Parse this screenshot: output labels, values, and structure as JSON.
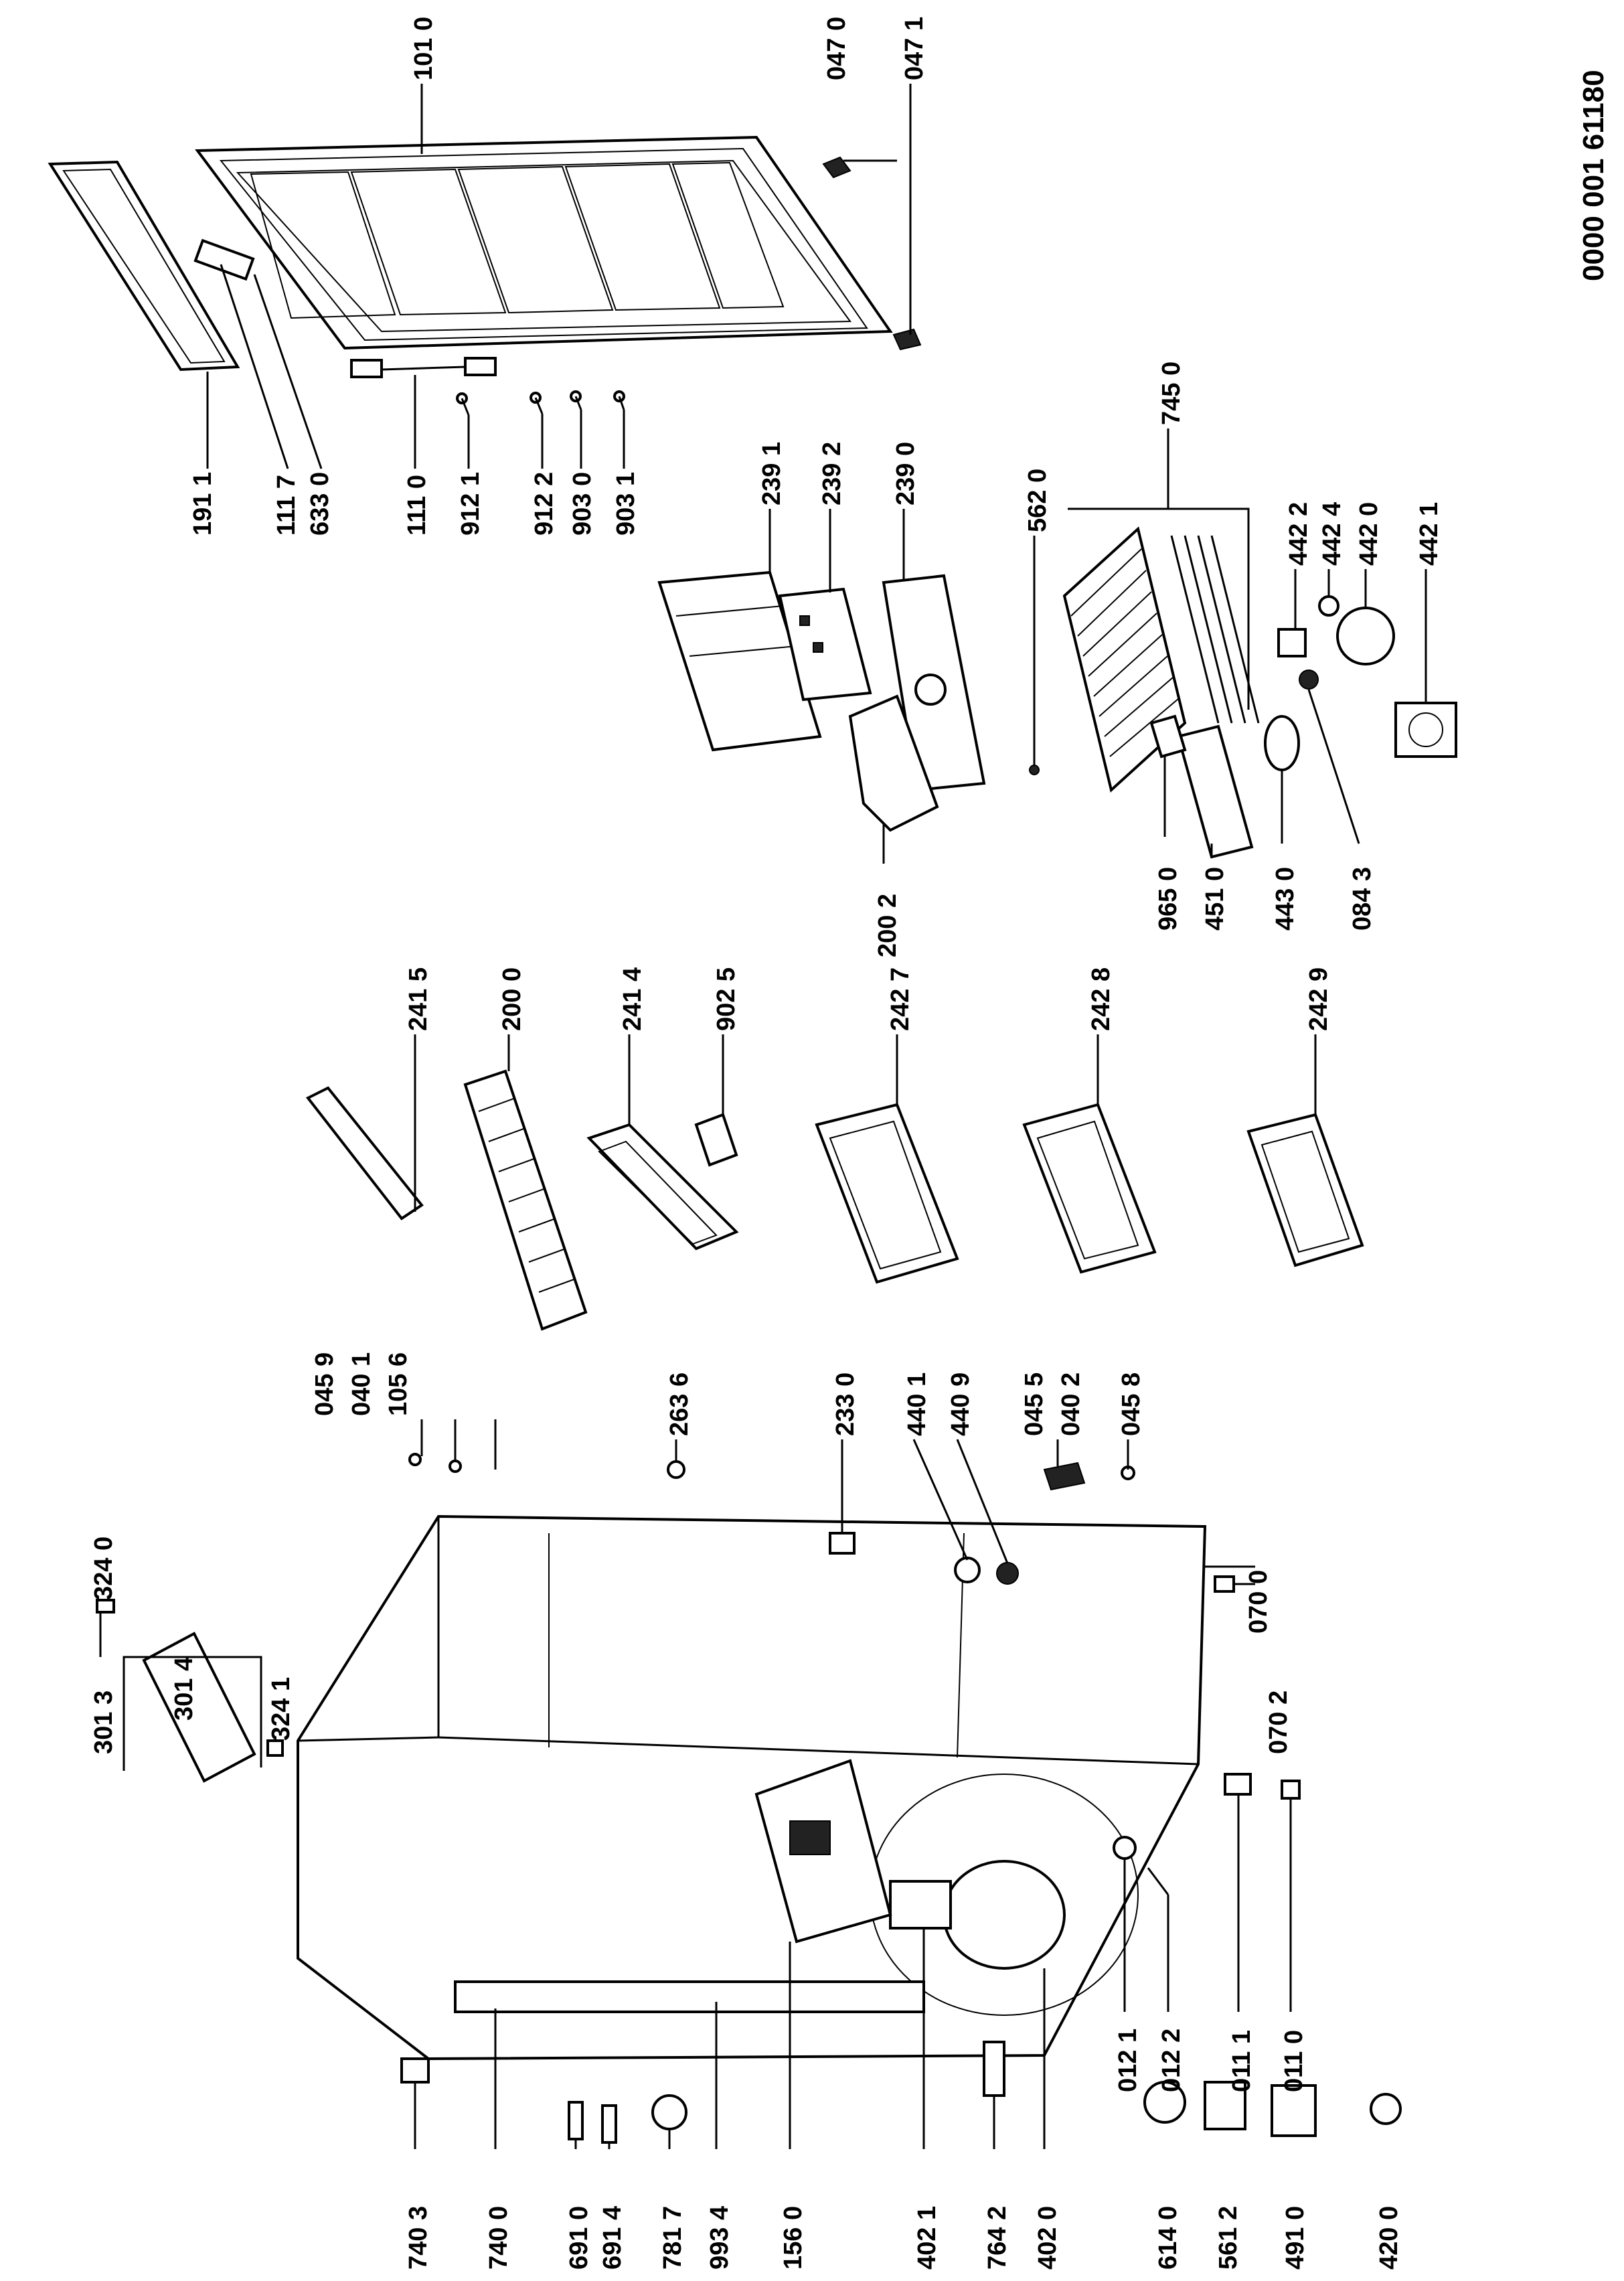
{
  "document": {
    "reference_number": "0000 001 61180"
  },
  "part_labels": {
    "p101_0": "101 0",
    "p047_0": "047 0",
    "p047_1": "047 1",
    "p191_1": "191 1",
    "p111_7": "111 7",
    "p633_0": "633 0",
    "p111_0": "111 0",
    "p912_1": "912 1",
    "p912_2": "912 2",
    "p903_0": "903 0",
    "p903_1": "903 1",
    "p239_1": "239 1",
    "p239_2": "239 2",
    "p239_0": "239 0",
    "p200_2": "200 2",
    "p562_0": "562 0",
    "p745_0": "745 0",
    "p442_2": "442 2",
    "p442_4": "442 4",
    "p442_0": "442 0",
    "p442_1": "442 1",
    "p965_0": "965 0",
    "p451_0": "451 0",
    "p443_0": "443 0",
    "p084_3": "084 3",
    "p241_5": "241 5",
    "p200_0": "200 0",
    "p241_4": "241 4",
    "p902_5": "902 5",
    "p242_7": "242 7",
    "p242_8": "242 8",
    "p242_9": "242 9",
    "p324_0": "324 0",
    "p301_3": "301 3",
    "p301_4": "301 4",
    "p324_1": "324 1",
    "p045_9": "045 9",
    "p040_1": "040 1",
    "p105_6": "105 6",
    "p263_6": "263 6",
    "p233_0": "233 0",
    "p440_1": "440 1",
    "p440_9": "440 9",
    "p045_5": "045 5",
    "p040_2": "040 2",
    "p045_8": "045 8",
    "p070_0": "070 0",
    "p070_2": "070 2",
    "p012_1": "012 1",
    "p012_2": "012 2",
    "p011_1": "011 1",
    "p011_0": "011 0",
    "p740_3": "740 3",
    "p740_0": "740 0",
    "p691_0": "691 0",
    "p691_4": "691 4",
    "p781_7": "781 7",
    "p993_4": "993 4",
    "p156_0": "156 0",
    "p402_1": "402 1",
    "p764_2": "764 2",
    "p402_0": "402 0",
    "p614_0": "614 0",
    "p561_2": "561 2",
    "p491_0": "491 0",
    "p420_0": "420 0"
  }
}
